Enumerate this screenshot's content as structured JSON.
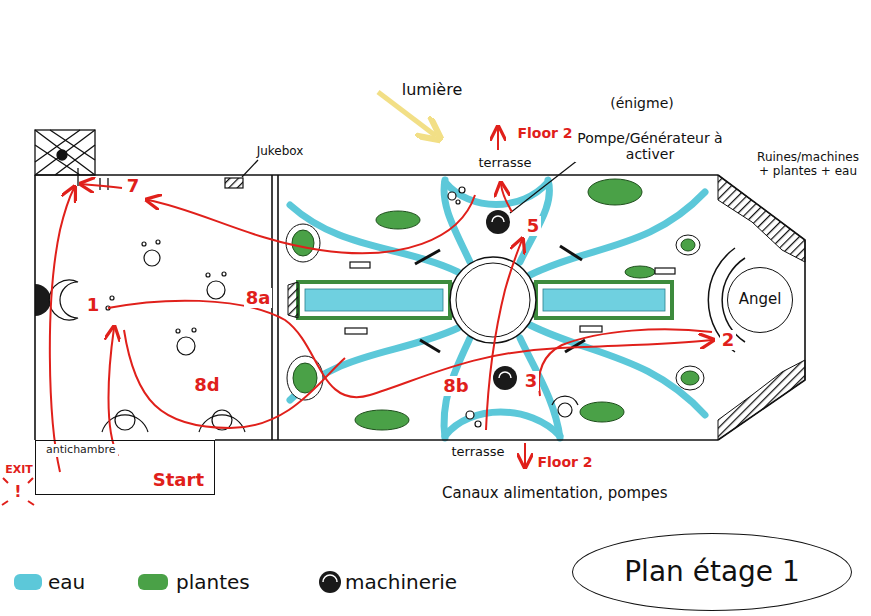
{
  "diagram": {
    "nodes": [
      {
        "text": [
          "antichambre",
          "Start"
        ]
      },
      {
        "text": [
          "Angel"
        ]
      },
      {
        "text": [
          "Plan étage 1"
        ]
      }
    ],
    "labels": [
      "lumière",
      "(énigme)",
      "Floor 2",
      "Pompe/Générateur à activer",
      "Jukebox",
      "terrasse",
      "Ruines/machines + plantes + eau",
      "7",
      "5",
      "8a",
      "1",
      "2",
      "8d",
      "3",
      "8b",
      "terrasse",
      "Floor 2",
      "EXIT",
      "!",
      "Canaux alimentation, pompes"
    ],
    "legend": [
      {
        "text": "eau",
        "color": "#5cc8d9"
      },
      {
        "text": "plantes",
        "color": "#4aa147"
      },
      {
        "text": "machinerie"
      }
    ]
  }
}
